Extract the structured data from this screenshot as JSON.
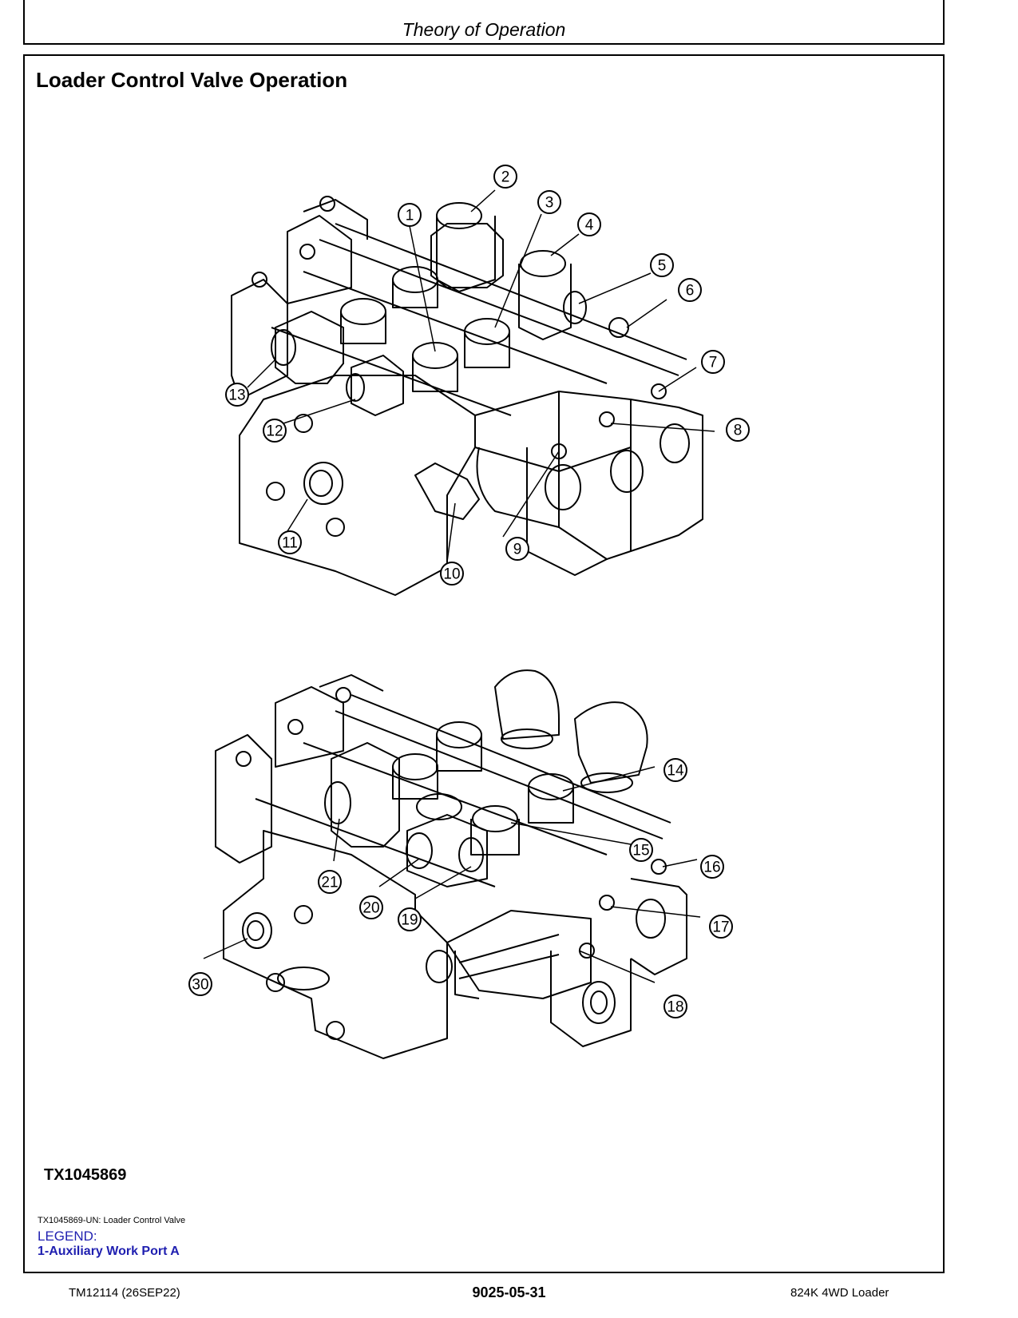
{
  "header": {
    "title": "Theory of Operation"
  },
  "page": {
    "title": "Loader Control Valve Operation"
  },
  "figure": {
    "id": "TX1045869",
    "caption": "TX1045869-UN: Loader Control Valve",
    "callouts_top": [
      "1",
      "2",
      "3",
      "4",
      "5",
      "6",
      "7",
      "8",
      "9",
      "10",
      "11",
      "12",
      "13"
    ],
    "callouts_bottom": [
      "14",
      "15",
      "16",
      "17",
      "18",
      "19",
      "20",
      "21",
      "30"
    ]
  },
  "legend": {
    "label": "LEGEND:",
    "items": [
      "1-Auxiliary Work Port A"
    ]
  },
  "footer": {
    "left": "TM12114 (26SEP22)",
    "center": "9025-05-31",
    "right": "824K 4WD Loader"
  }
}
